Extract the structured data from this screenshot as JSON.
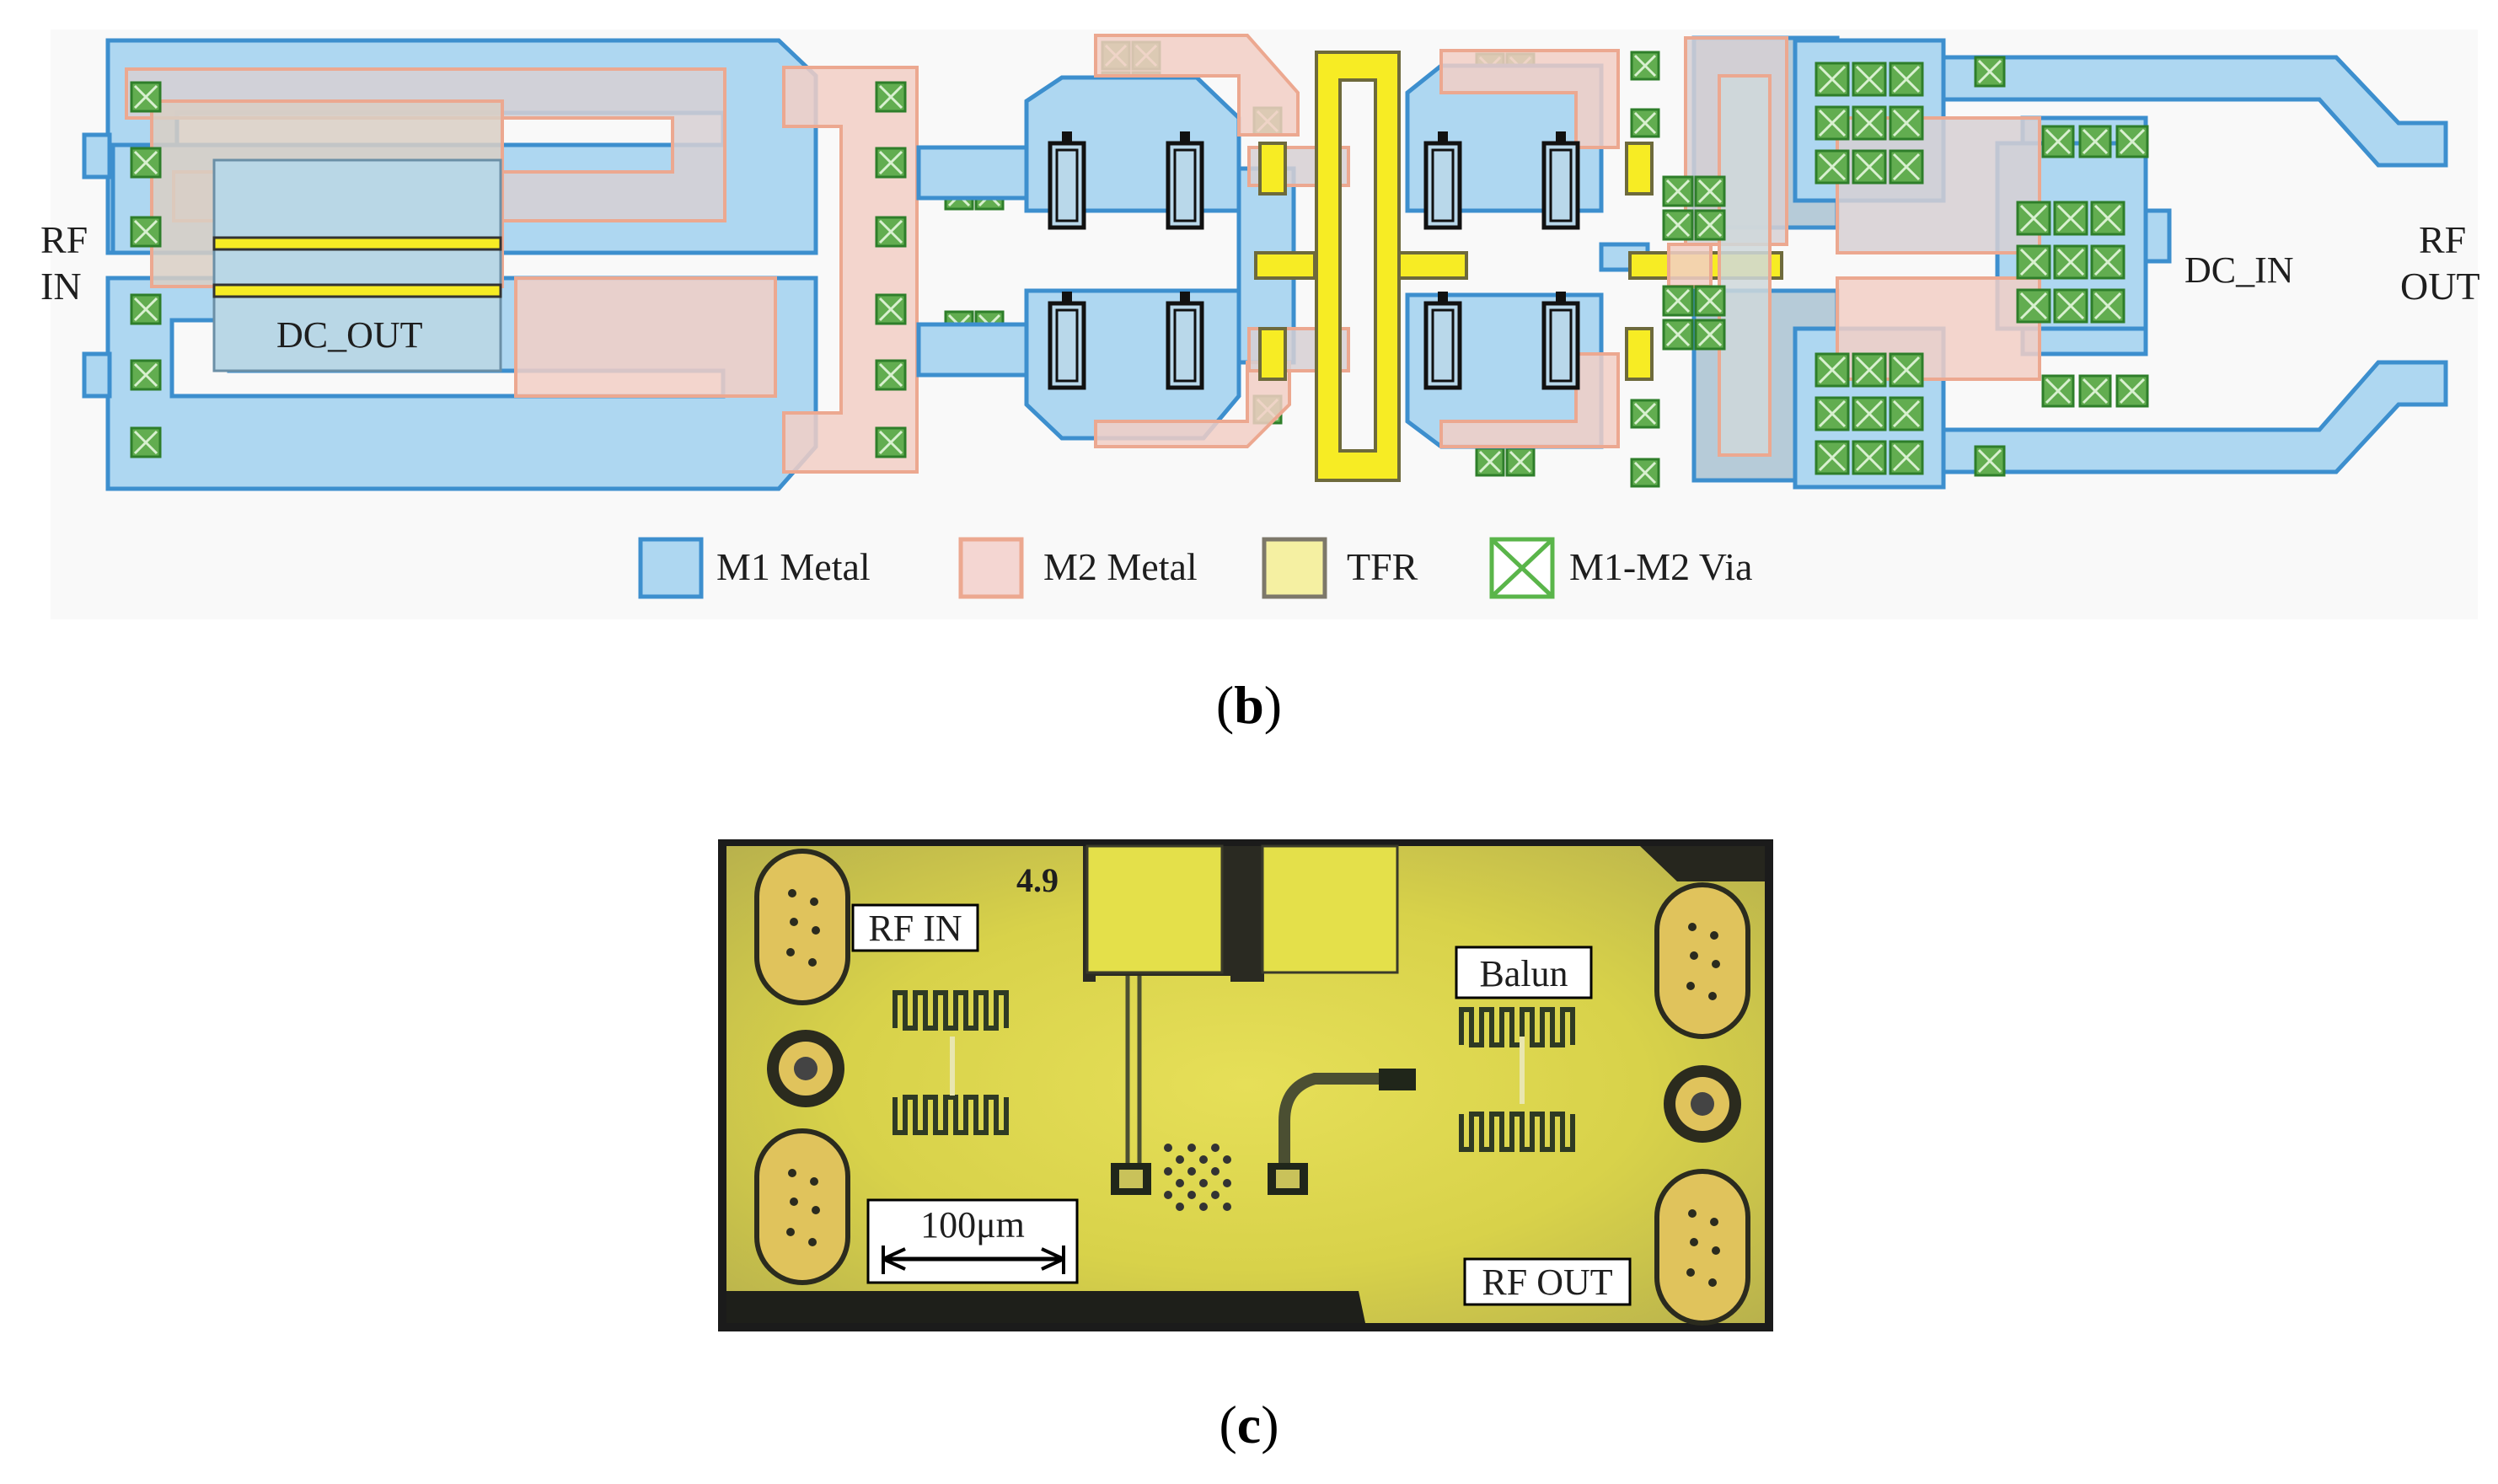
{
  "layout_panel": {
    "label_open": "(",
    "label_letter": "b",
    "label_close": ")",
    "ports": {
      "rf_in": [
        "RF",
        "IN"
      ],
      "rf_out": [
        "RF",
        "OUT"
      ],
      "dc_out": "DC_OUT",
      "dc_in": "DC_IN"
    },
    "legend": [
      {
        "label": "M1 Metal",
        "fill": "#aed7f1",
        "stroke": "#3d8fce"
      },
      {
        "label": "M2 Metal",
        "fill": "#f4d6d2",
        "stroke": "#eca890"
      },
      {
        "label": "TFR",
        "fill": "#f5f0a2",
        "stroke": "#7d786a"
      },
      {
        "label": "M1-M2 Via",
        "fill": "#ffffff",
        "stroke": "#5ab54a"
      }
    ],
    "colors": {
      "m1": "#aed7f1",
      "m1_edge": "#3d8fce",
      "m2": "#f2cfc6",
      "m2_edge": "#eca890",
      "overlap": "#d7d0d3",
      "tfr": "#f7ec24",
      "tfr_edge": "#6e6a3c",
      "via_fill": "#62ad50",
      "via_edge": "#2e7e2a"
    }
  },
  "photo_panel": {
    "label_open": "(",
    "label_letter": "c",
    "label_close": ")",
    "rf_in": "RF IN",
    "rf_out": "RF OUT",
    "balun": "Balun",
    "scale_bar": "100μm",
    "die_mark": "4.9",
    "colors": {
      "chip": "#d8d24f",
      "chip_edge": "#1b1b1b",
      "pad": "#e0c35c"
    }
  }
}
